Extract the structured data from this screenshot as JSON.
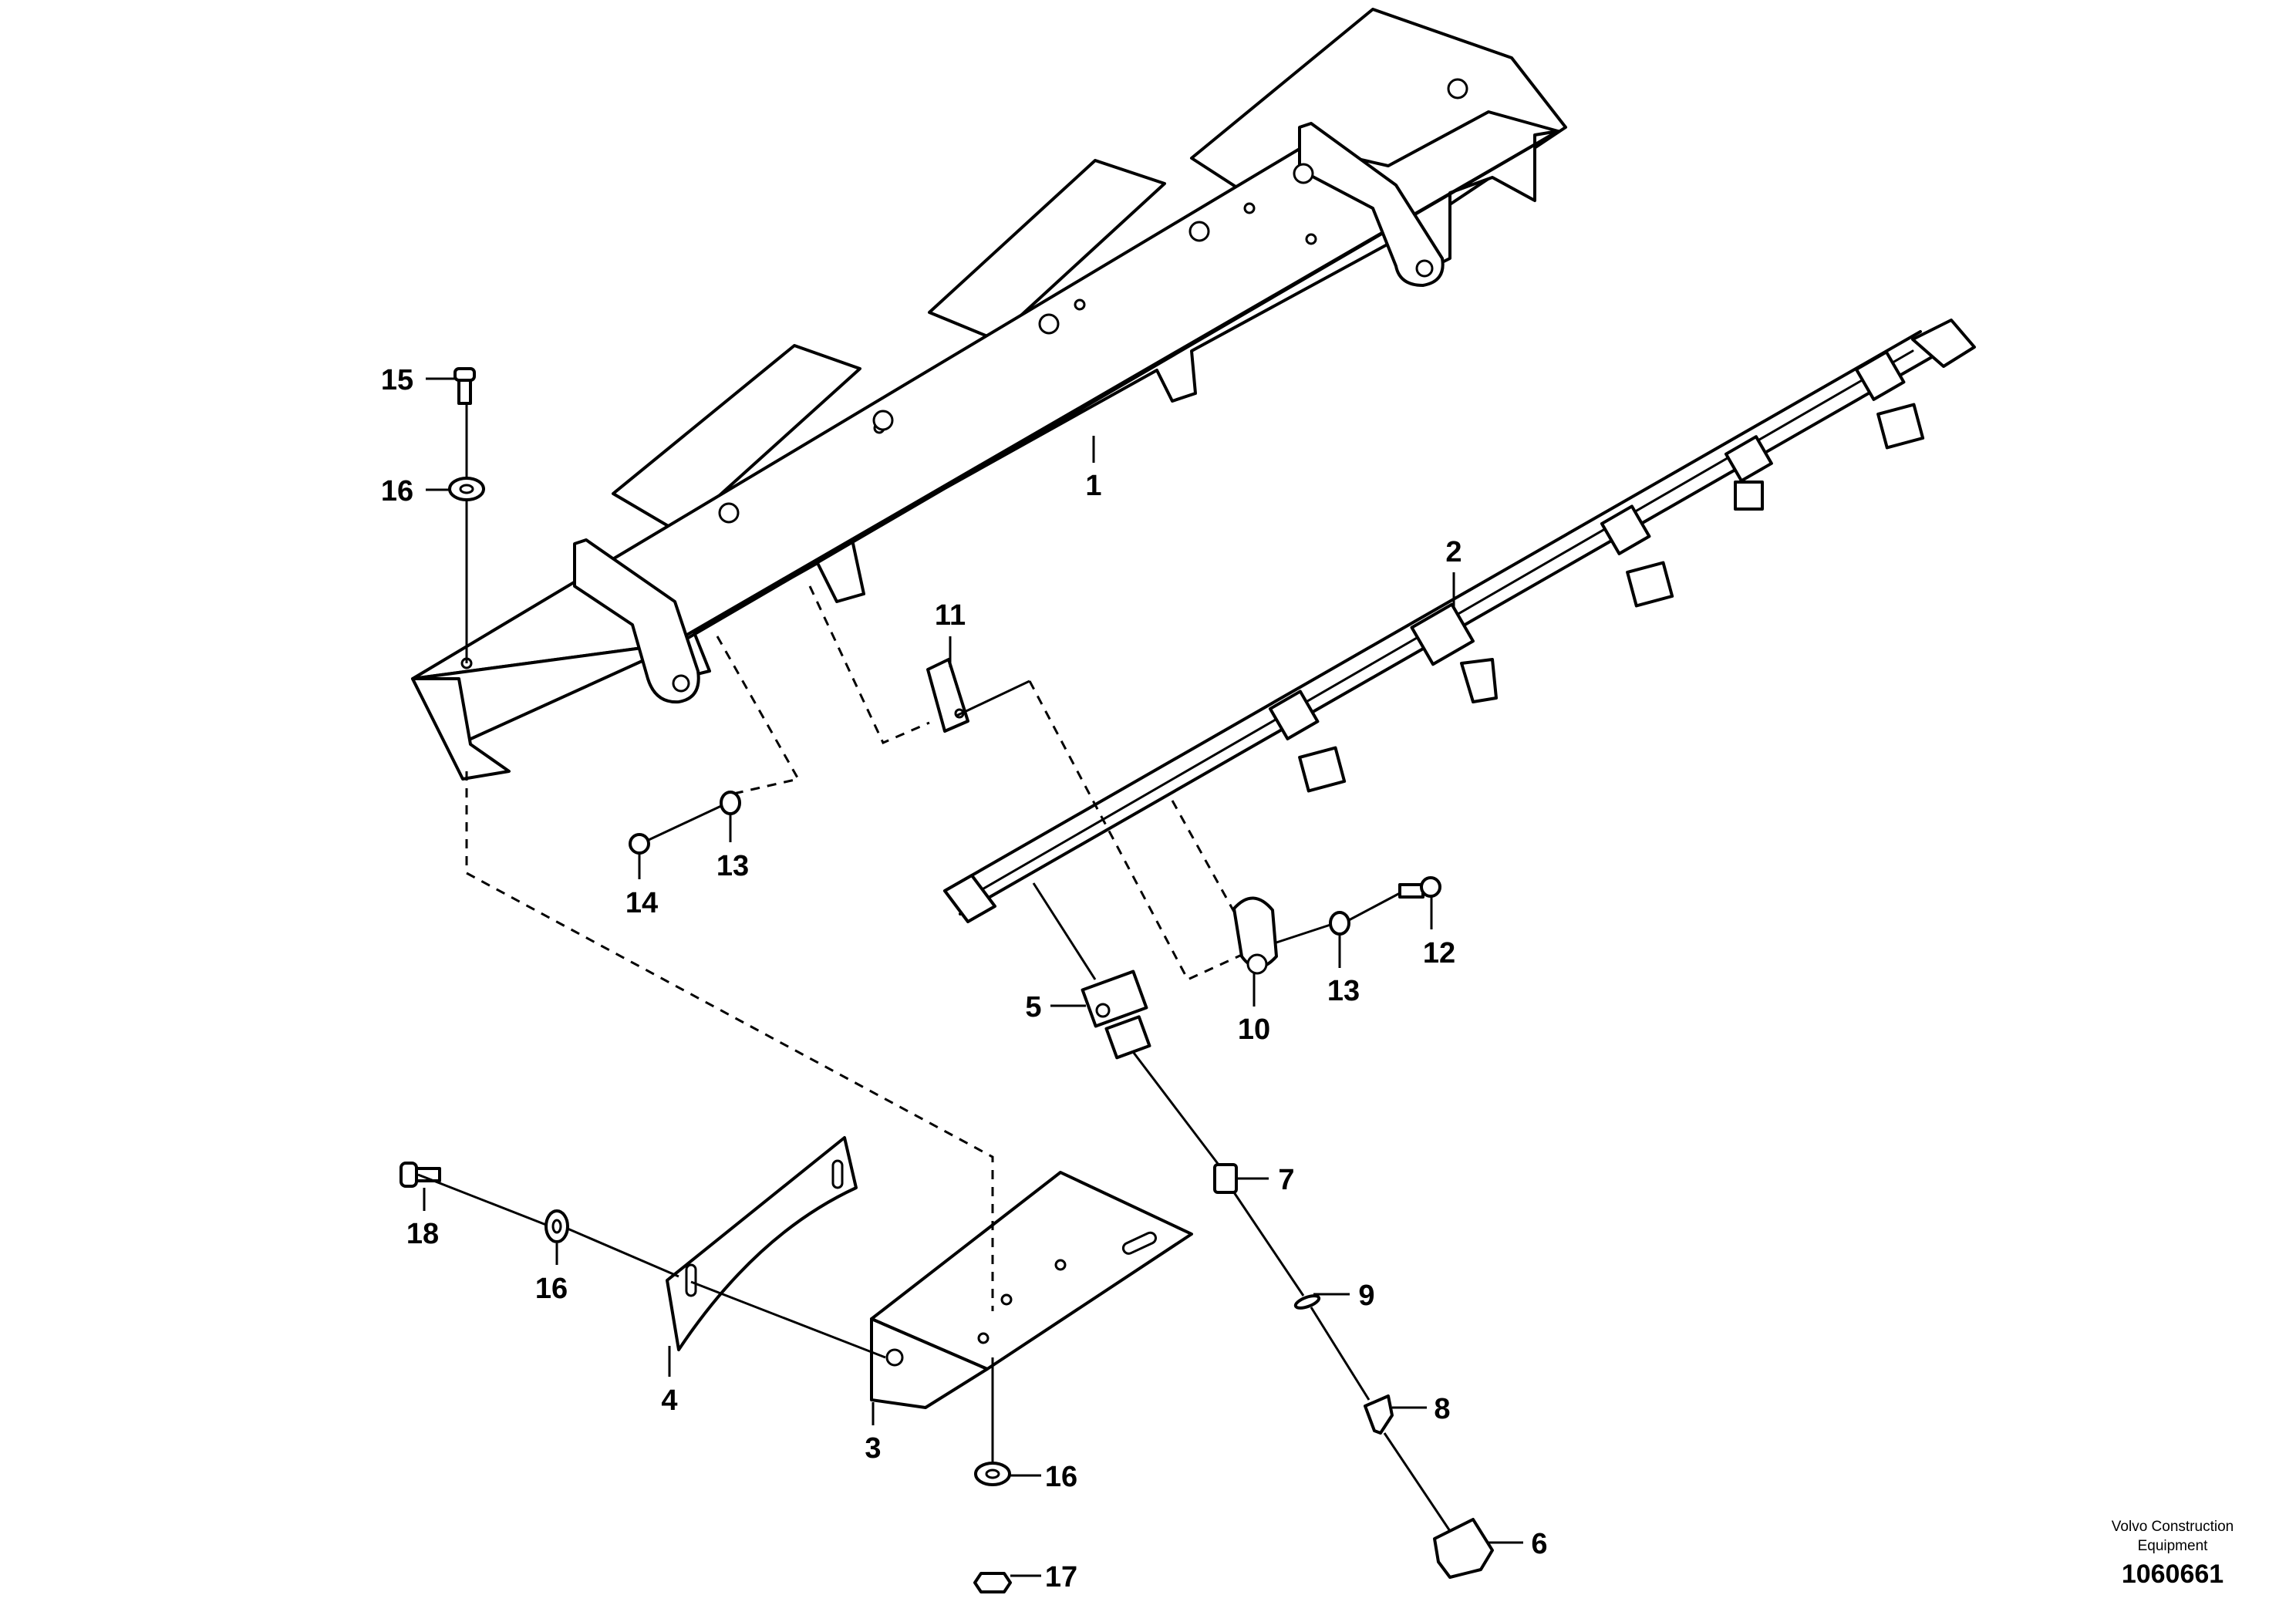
{
  "callouts": [
    {
      "id": "c1",
      "label": "1"
    },
    {
      "id": "c2",
      "label": "2"
    },
    {
      "id": "c3",
      "label": "3"
    },
    {
      "id": "c4",
      "label": "4"
    },
    {
      "id": "c5",
      "label": "5"
    },
    {
      "id": "c6",
      "label": "6"
    },
    {
      "id": "c7",
      "label": "7"
    },
    {
      "id": "c8",
      "label": "8"
    },
    {
      "id": "c9",
      "label": "9"
    },
    {
      "id": "c10",
      "label": "10"
    },
    {
      "id": "c11",
      "label": "11"
    },
    {
      "id": "c12",
      "label": "12"
    },
    {
      "id": "c13a",
      "label": "13"
    },
    {
      "id": "c13b",
      "label": "13"
    },
    {
      "id": "c14",
      "label": "14"
    },
    {
      "id": "c15",
      "label": "15"
    },
    {
      "id": "c16a",
      "label": "16"
    },
    {
      "id": "c16b",
      "label": "16"
    },
    {
      "id": "c16c",
      "label": "16"
    },
    {
      "id": "c17",
      "label": "17"
    },
    {
      "id": "c18",
      "label": "18"
    }
  ],
  "credit": {
    "line1": "Volvo Construction",
    "line2": "Equipment",
    "document_number": "1060661"
  }
}
